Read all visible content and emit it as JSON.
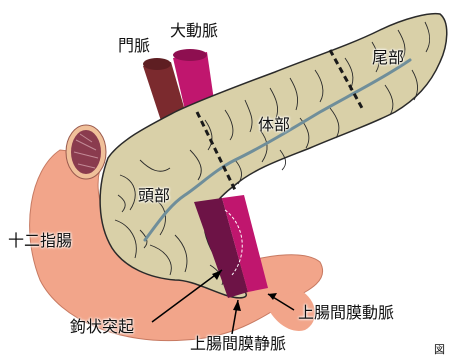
{
  "labels": {
    "portal_vein": "門脈",
    "aorta": "大動脈",
    "tail": "尾部",
    "body": "体部",
    "head": "頭部",
    "duodenum": "十二指腸",
    "uncinate_process": "鉤状突起",
    "sma": "上腸間膜動脈",
    "smv": "上腸間膜静脈",
    "corner_mark": "図"
  },
  "colors": {
    "pancreas_fill": "#d9d0a8",
    "pancreas_outline": "#2a2a2a",
    "pancreatic_duct": "#6f8e9a",
    "duodenum_fill": "#f2a58a",
    "portal_vein": "#7b2a2e",
    "aorta": "#c0166e",
    "smv": "#6d1346",
    "sma": "#c0166e",
    "gallbladder": "#8a3b4e",
    "gallbladder_rim": "#f0c09a"
  }
}
